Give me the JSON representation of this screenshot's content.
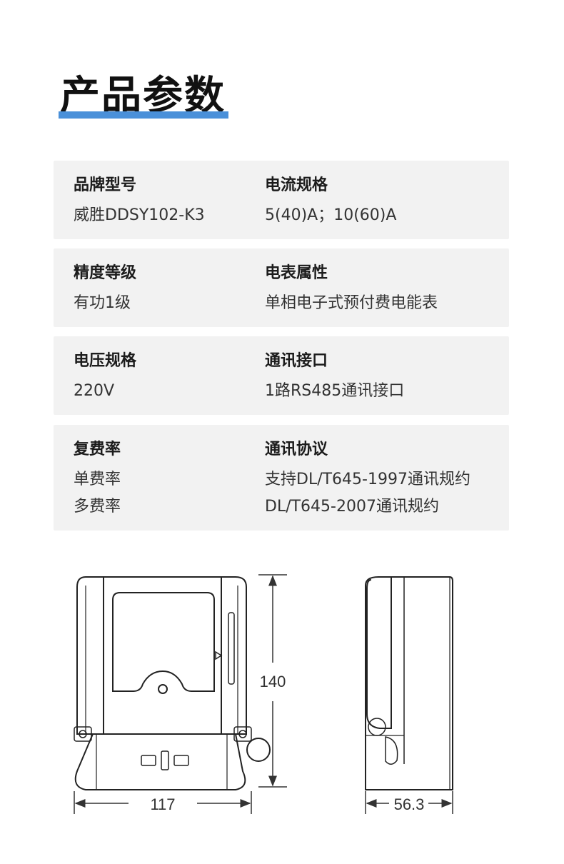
{
  "title": "产品参数",
  "accent_color": "#4a90d9",
  "specs": [
    {
      "left": {
        "label": "品牌型号",
        "values": [
          "威胜DDSY102-K3"
        ]
      },
      "right": {
        "label": "电流规格",
        "values": [
          "5(40)A；10(60)A"
        ]
      }
    },
    {
      "left": {
        "label": "精度等级",
        "values": [
          "有功1级"
        ]
      },
      "right": {
        "label": "电表属性",
        "values": [
          "单相电子式预付费电能表"
        ]
      }
    },
    {
      "left": {
        "label": "电压规格",
        "values": [
          "220V"
        ]
      },
      "right": {
        "label": "通讯接口",
        "values": [
          "1路RS485通讯接口"
        ]
      }
    },
    {
      "left": {
        "label": "复费率",
        "values": [
          "单费率",
          "多费率"
        ]
      },
      "right": {
        "label": "通讯协议",
        "values": [
          "支持DL/T645-1997通讯规约",
          "DL/T645-2007通讯规约"
        ]
      }
    }
  ],
  "dimensions": {
    "width": "117",
    "height": "140",
    "depth": "56.3"
  }
}
